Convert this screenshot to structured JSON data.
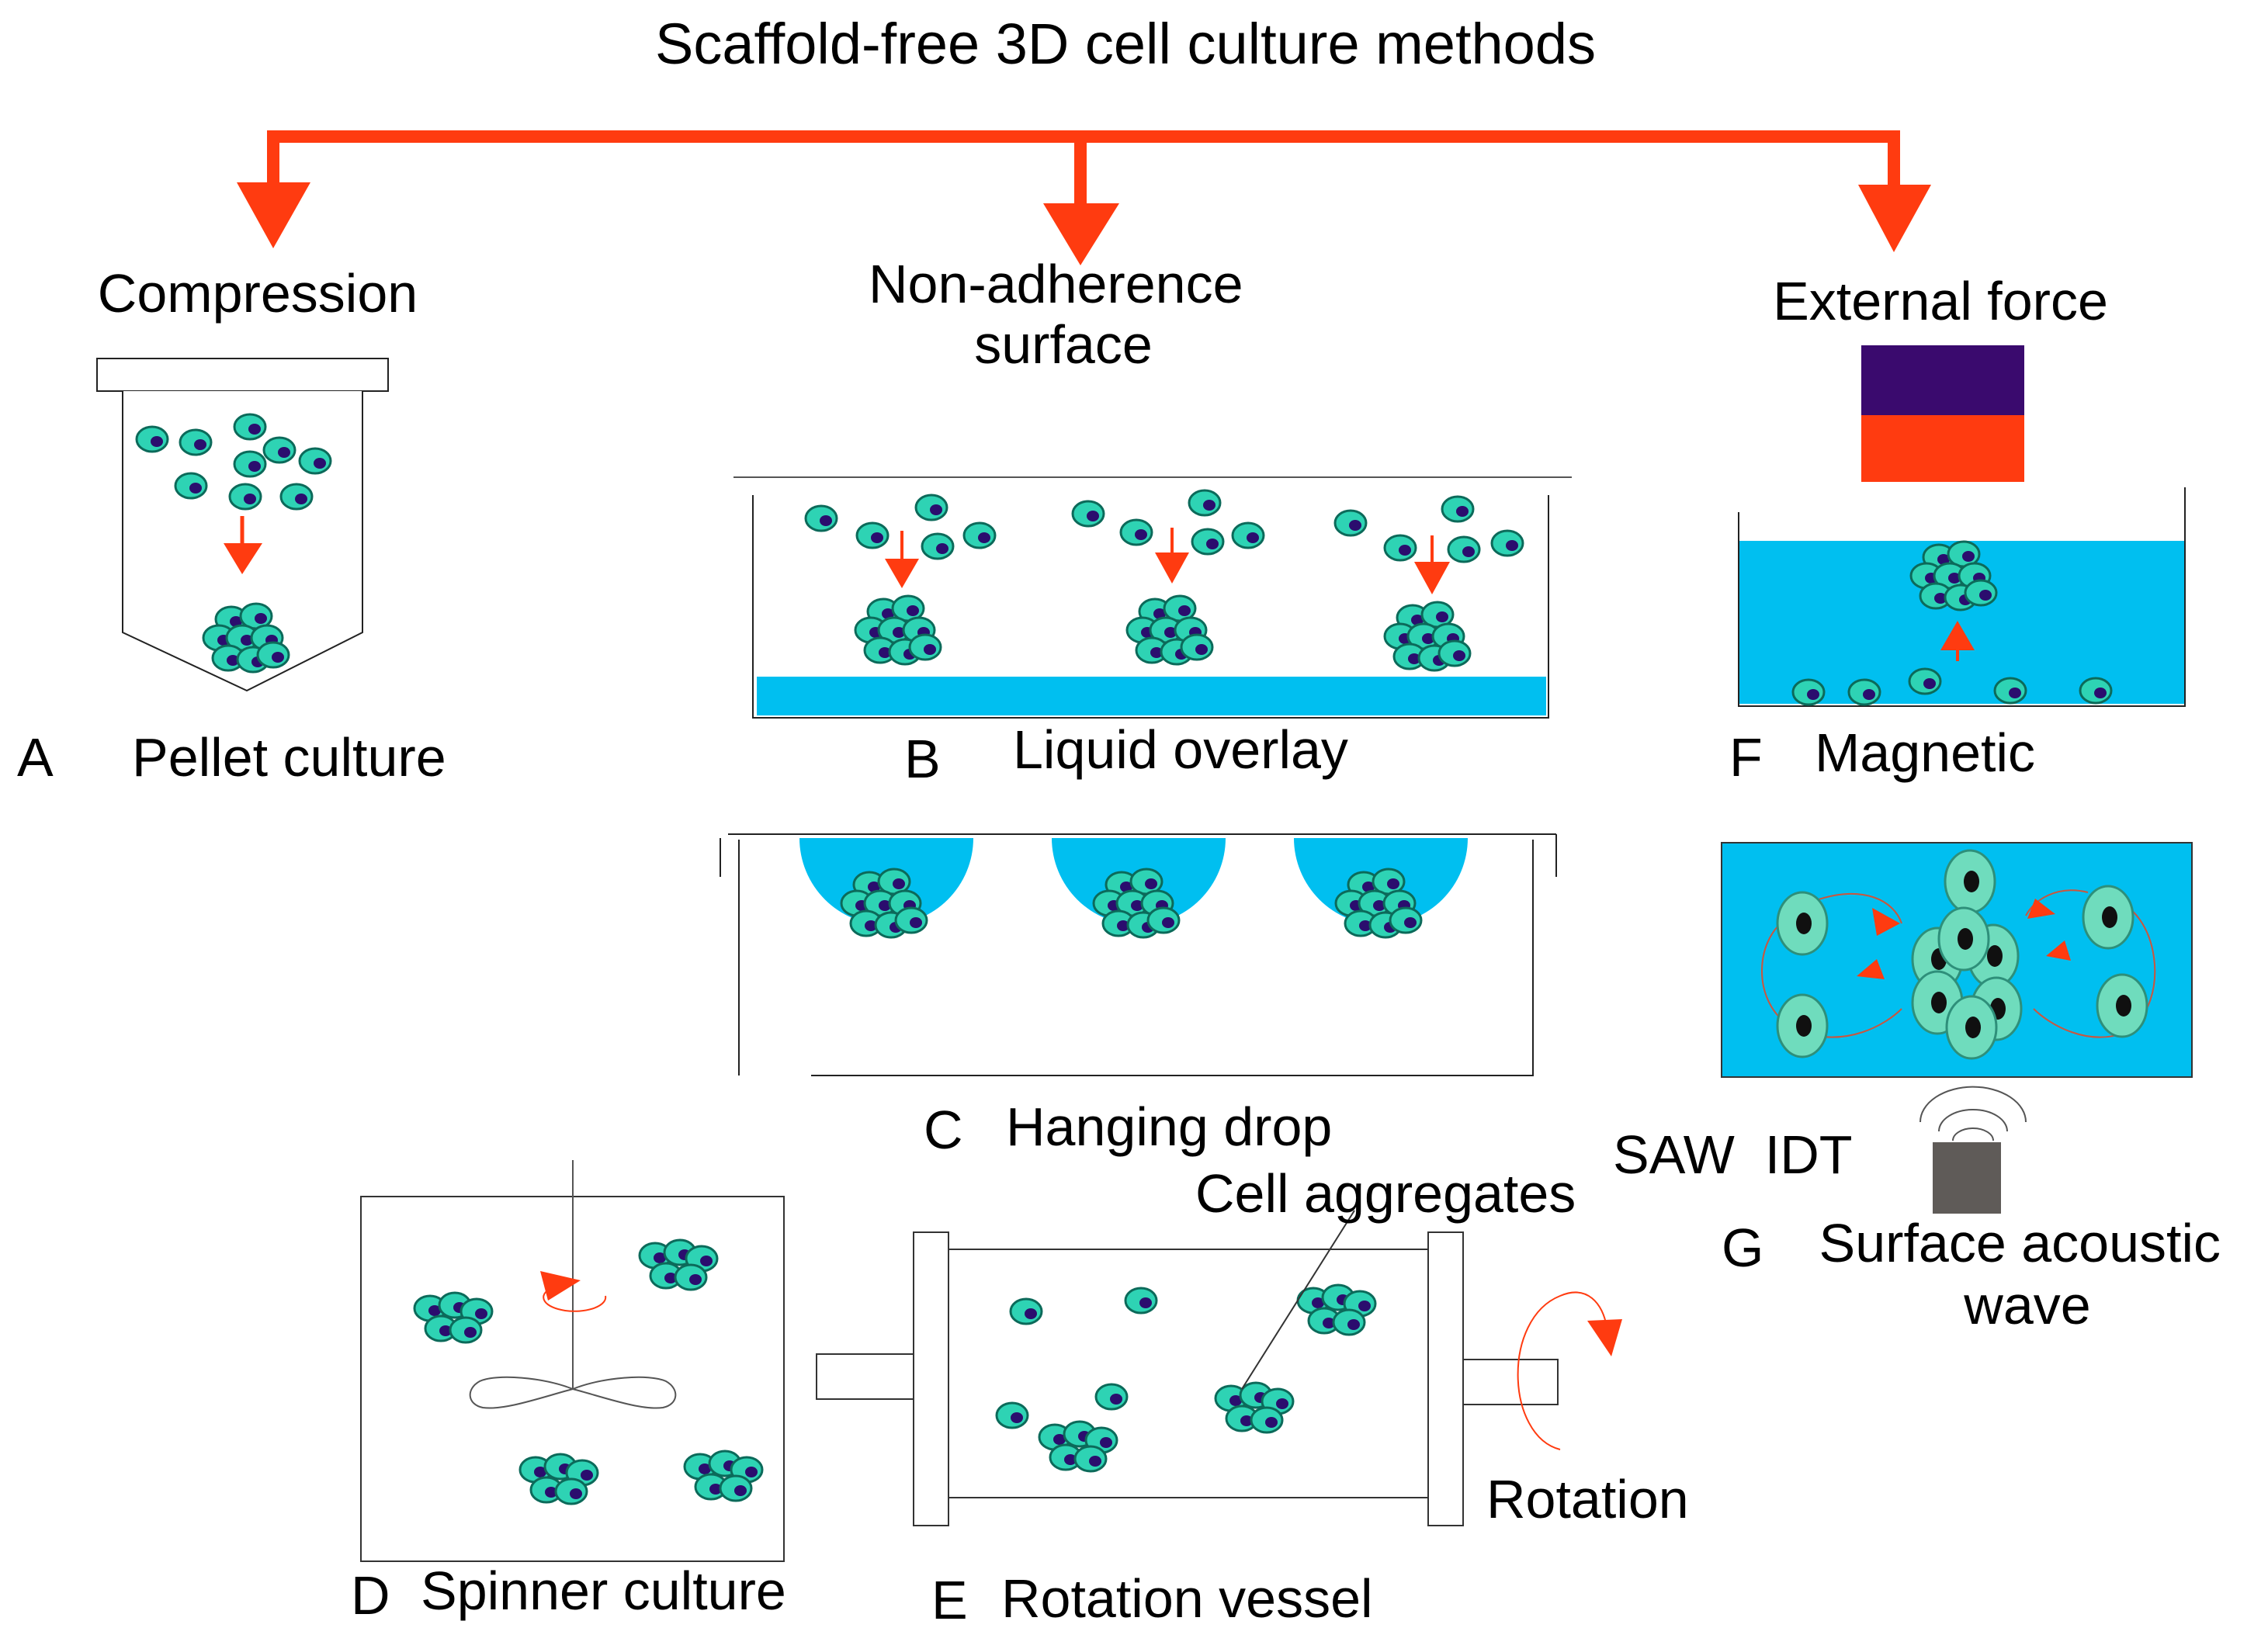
{
  "title": "Scaffold-free 3D cell culture methods",
  "categories": {
    "compression": "Compression",
    "non_adherence": "Non-adherence\nsurface",
    "external_force": "External force"
  },
  "panels": {
    "a": {
      "letter": "A",
      "name": "Pellet culture"
    },
    "b": {
      "letter": "B",
      "name": "Liquid overlay"
    },
    "c": {
      "letter": "C",
      "name": "Hanging drop"
    },
    "d": {
      "letter": "D",
      "name": "Spinner culture"
    },
    "e": {
      "letter": "E",
      "name": "Rotation vessel"
    },
    "f": {
      "letter": "F",
      "name": "Magnetic"
    },
    "g": {
      "letter": "G",
      "name": "Surface acoustic\nwave"
    }
  },
  "annotations": {
    "cell_aggregates": "Cell aggregates",
    "rotation": "Rotation",
    "saw_idt": "SAW  IDT"
  },
  "colors": {
    "arrow": "#ff3b10",
    "cell_fill": "#2ed3b4",
    "nucleus": "#2b0d6e",
    "medium": "#00bff0",
    "magnet_top": "#3a0a6e",
    "magnet_bottom": "#ff3b10",
    "transducer": "#5f5b58",
    "large_cell": "#6fdcbd"
  }
}
